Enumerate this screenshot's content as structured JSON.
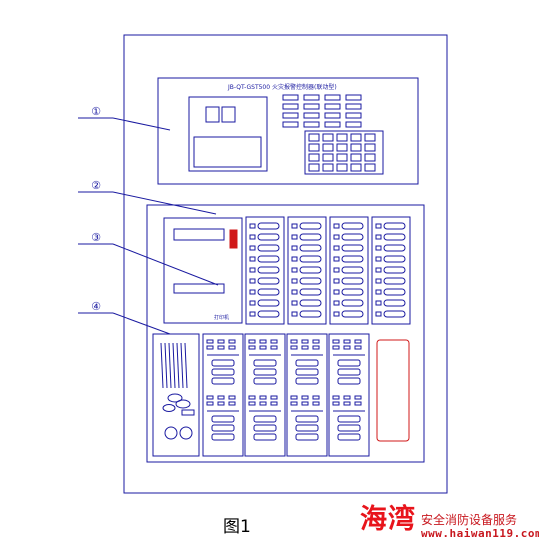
{
  "figure": {
    "caption": "图1",
    "model_label": "JB-QT-GST500 火灾报警控制器(联动型)",
    "callouts": [
      "①",
      "②",
      "③",
      "④"
    ],
    "printer_label": "打印机"
  },
  "watermark": {
    "logo": "海湾",
    "tagline": "安全消防设备服务",
    "url": "www.haiwan119.com"
  },
  "colors": {
    "line": "#1a1aa0",
    "red": "#d01818",
    "watermark": "#e8141b"
  }
}
